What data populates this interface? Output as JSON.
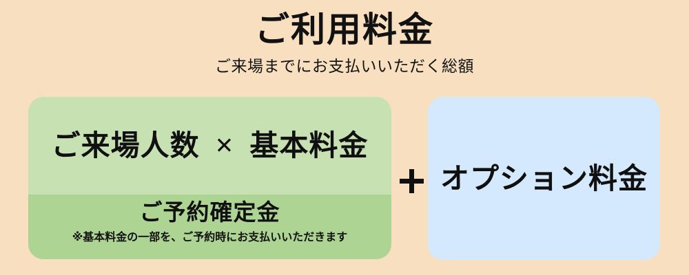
{
  "page": {
    "background_color": "#f7dfc0",
    "text_color": "#111111"
  },
  "header": {
    "title": "ご利用料金",
    "subtitle": "ご来場までにお支払いいただく総額"
  },
  "base_fee_panel": {
    "background_color": "#c8e1b2",
    "formula": {
      "left_operand": "ご来場人数",
      "operator": "✕",
      "right_operand": "基本料金"
    },
    "deposit": {
      "background_color": "#aed494",
      "title": "ご予約確定金",
      "note": "※基本料金の一部を、ご予約時にお支払いいただきます"
    }
  },
  "plus_operator": "＋",
  "option_fee_panel": {
    "background_color": "#d4e9fd",
    "label": "オプション料金"
  }
}
